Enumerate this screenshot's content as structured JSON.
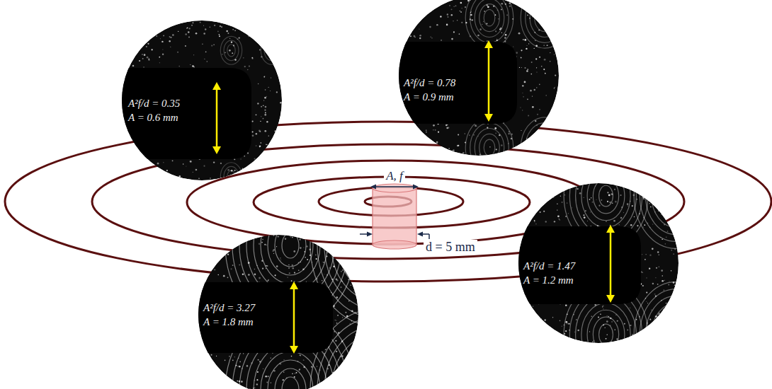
{
  "diagram": {
    "nodes": [
      {
        "text": [
          "A²f/d = 0.35",
          "A = 0.6 mm"
        ]
      },
      {
        "text": [
          "A²f/d = 0.78",
          "A = 0.9 mm"
        ]
      },
      {
        "text": [
          "A²f/d = 1.47",
          "A = 1.2 mm"
        ]
      },
      {
        "text": [
          "A²f/d = 3.27",
          "A = 1.8 mm"
        ]
      }
    ],
    "labels": [
      "A, f",
      "d = 5 mm"
    ]
  }
}
